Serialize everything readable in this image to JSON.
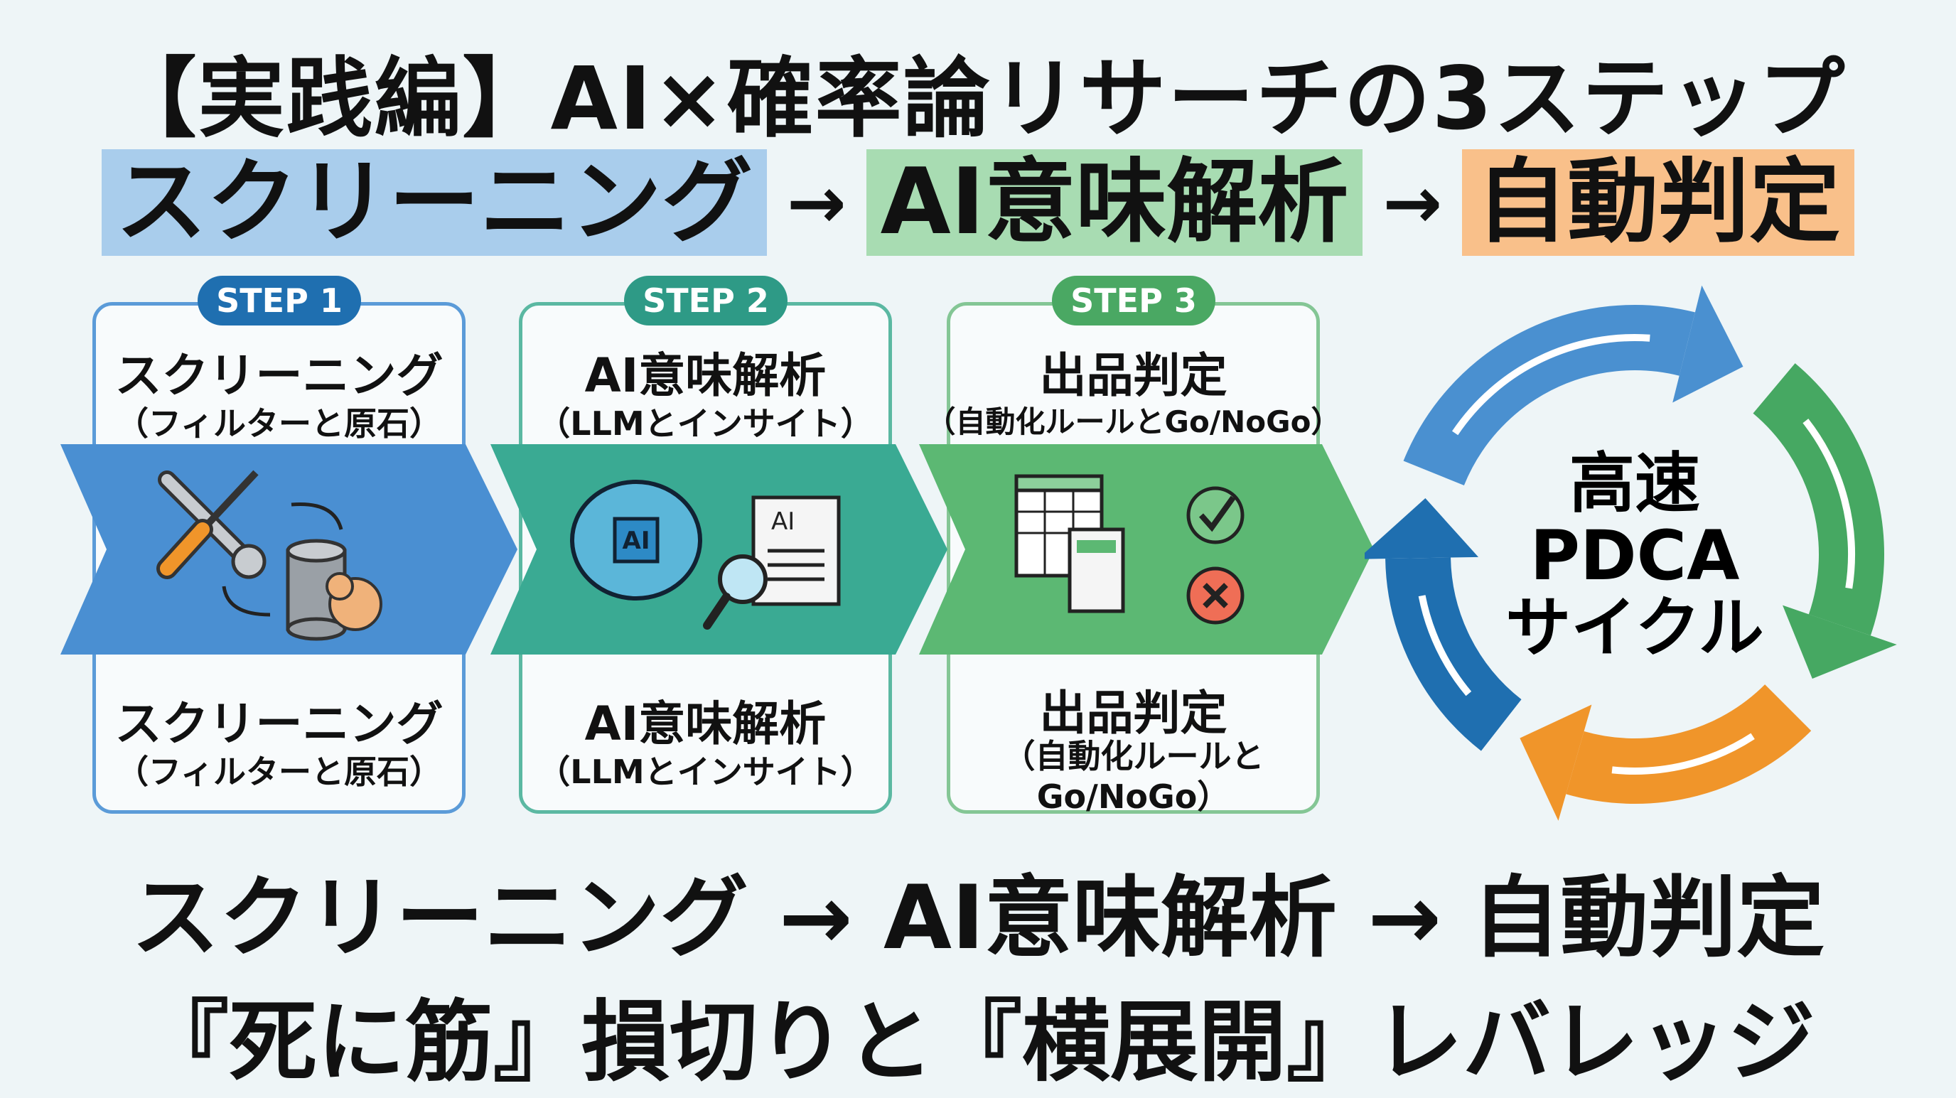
{
  "header": {
    "title": "【実践編】AI×確率論リサーチの3ステップ",
    "flow": [
      "スクリーニング",
      "AI意味解析",
      "自動判定"
    ],
    "arrow": "→"
  },
  "steps": [
    {
      "badge": "STEP 1",
      "title": "スクリーニング",
      "subtitle": "（フィルターと原石）",
      "bottom_title": "スクリーニング",
      "bottom_subtitle": "（フィルターと原石）",
      "color": "#3a7fc4"
    },
    {
      "badge": "STEP 2",
      "title": "AI意味解析",
      "subtitle": "（LLMとインサイト）",
      "bottom_title": "AI意味解析",
      "bottom_subtitle": "（LLMとインサイト）",
      "color": "#2e9a86"
    },
    {
      "badge": "STEP 3",
      "title": "出品判定",
      "subtitle": "（自動化ルールとGo/NoGo）",
      "bottom_title": "出品判定",
      "bottom_subtitle": "（自動化ルールと",
      "bottom_subtitle2": "Go/NoGo）",
      "color": "#4aa863"
    }
  ],
  "icons": {
    "step2_brain_label": "AI",
    "step2_doc_label": "AI"
  },
  "cycle": {
    "line1": "高速",
    "line2": "PDCA",
    "line3": "サイクル",
    "colors": [
      "#4a90d0",
      "#46a862",
      "#f0952a",
      "#1f6fb0"
    ]
  },
  "footer": {
    "line1": "スクリーニング → AI意味解析 → 自動判定",
    "line2": "『死に筋』損切りと『横展開』レバレッジ"
  }
}
